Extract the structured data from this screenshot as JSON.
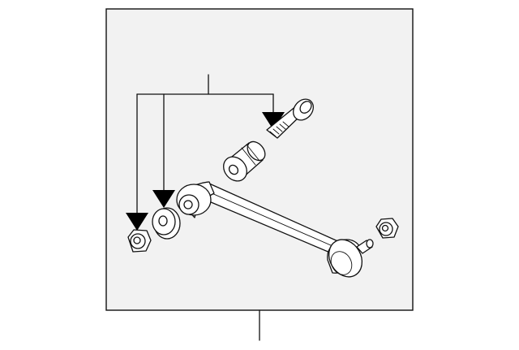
{
  "diagram": {
    "parts": [
      {
        "name": "bolt"
      },
      {
        "name": "bushing"
      },
      {
        "name": "washer"
      },
      {
        "name": "nut"
      },
      {
        "name": "control-arm"
      },
      {
        "name": "end-nut"
      }
    ],
    "callouts": 2,
    "colors": {
      "line": "#111111",
      "panel": "#f2f2f2",
      "background": "#ffffff"
    }
  }
}
